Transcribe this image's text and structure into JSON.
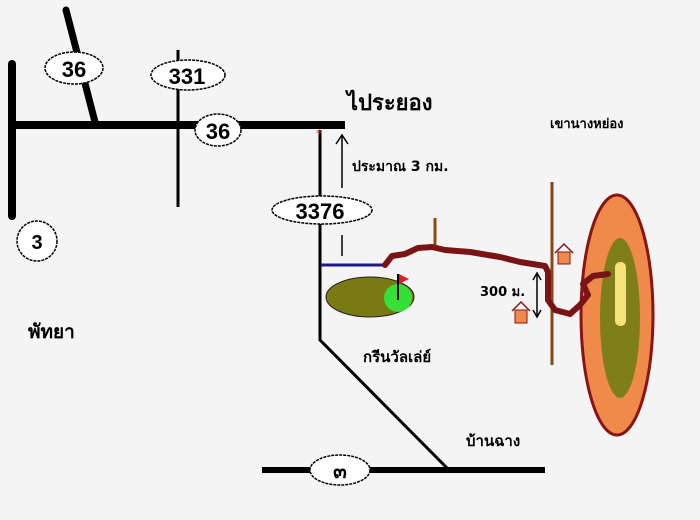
{
  "map": {
    "roads": {
      "r36_north": "36",
      "r331": "331",
      "r36_main": "36",
      "r3": "3",
      "r3376": "3376",
      "r3_thai": "๓"
    },
    "labels": {
      "pattaya": "พัทยา",
      "to_rayong": "ไประยอง",
      "approx_3km": "ประมาณ 3 กม.",
      "green_valley": "กรีนวัลเล่ย์",
      "mountain": "เขานางหย่อง",
      "distance_300m": "300 ม.",
      "ban_chang": "บ้านฉาง"
    },
    "colors": {
      "trail": "#7a1414",
      "mountain_outer": "#f08a4a",
      "mountain_inner": "#7f7f1a",
      "mountain_core": "#f6e27a",
      "golf_course": "#7a7a14",
      "green": "#33e033",
      "water_line": "#1a1a8a"
    }
  }
}
